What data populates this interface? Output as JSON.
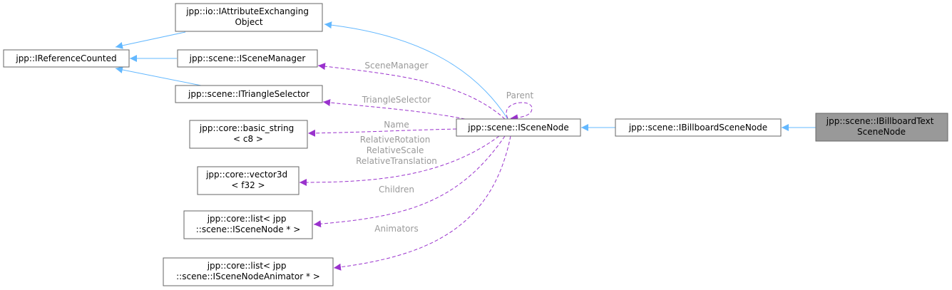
{
  "nodes": {
    "attribute_exchanging_object": [
      "jpp::io::IAttributeExchanging",
      "Object"
    ],
    "reference_counted": [
      "jpp::IReferenceCounted"
    ],
    "scene_manager": [
      "jpp::scene::ISceneManager"
    ],
    "triangle_selector": [
      "jpp::scene::ITriangleSelector"
    ],
    "basic_string": [
      "jpp::core::basic_string",
      "< c8 >"
    ],
    "vector3d": [
      "jpp::core::vector3d",
      "< f32 >"
    ],
    "list_scene_node": [
      "jpp::core::list< jpp",
      "::scene::ISceneNode * >"
    ],
    "list_animator": [
      "jpp::core::list< jpp",
      "::scene::ISceneNodeAnimator * >"
    ],
    "scene_node": [
      "jpp::scene::ISceneNode"
    ],
    "billboard_scene_node": [
      "jpp::scene::IBillboardSceneNode"
    ],
    "billboard_text_scene_node": [
      "jpp::scene::IBillboardText",
      "SceneNode"
    ]
  },
  "edge_labels": {
    "scene_manager": [
      "SceneManager"
    ],
    "triangle_selector": [
      "TriangleSelector"
    ],
    "parent": [
      "Parent"
    ],
    "name": [
      "Name"
    ],
    "relative": [
      "RelativeRotation",
      "RelativeScale",
      "RelativeTranslation"
    ],
    "children": [
      "Children"
    ],
    "animators": [
      "Animators"
    ]
  },
  "colors": {
    "inheritance_edge": "#63b8ff",
    "usage_edge": "#9a32cd",
    "edge_label": "#9a9a9a",
    "highlighted_node_fill": "#999999"
  }
}
